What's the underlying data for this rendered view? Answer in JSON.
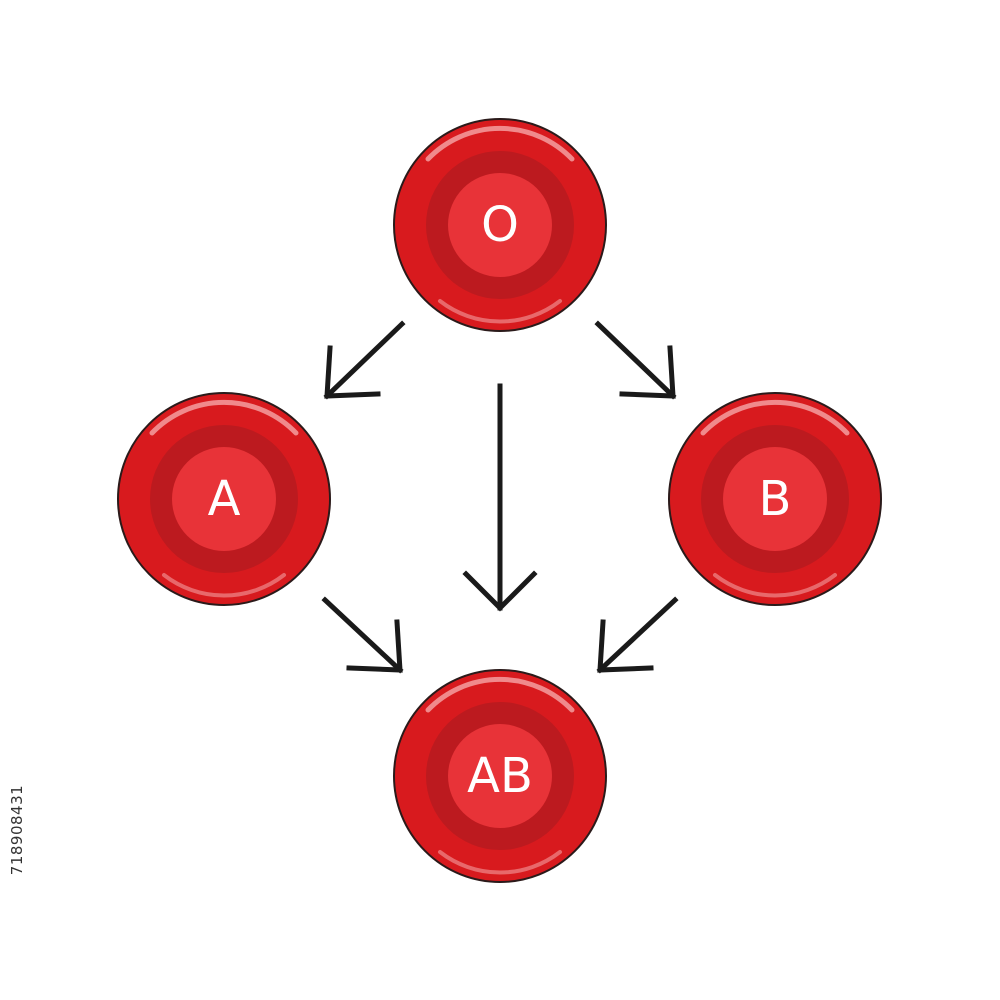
{
  "colors": {
    "cell_outer": "#d81a1e",
    "cell_ring": "#bc1a1f",
    "cell_center": "#e83338",
    "cell_highlight": "#f08a8c",
    "cell_outline": "#2b1a1a",
    "arrow": "#1a1a1a",
    "label": "#ffffff"
  },
  "nodes": [
    {
      "id": "o",
      "label": "O"
    },
    {
      "id": "a",
      "label": "A"
    },
    {
      "id": "b",
      "label": "B"
    },
    {
      "id": "ab",
      "label": "AB"
    }
  ],
  "edges": [
    {
      "from": "O",
      "to": "A"
    },
    {
      "from": "O",
      "to": "B"
    },
    {
      "from": "O",
      "to": "AB"
    },
    {
      "from": "A",
      "to": "AB"
    },
    {
      "from": "B",
      "to": "AB"
    }
  ],
  "watermark": {
    "stock_id": "718908431"
  }
}
